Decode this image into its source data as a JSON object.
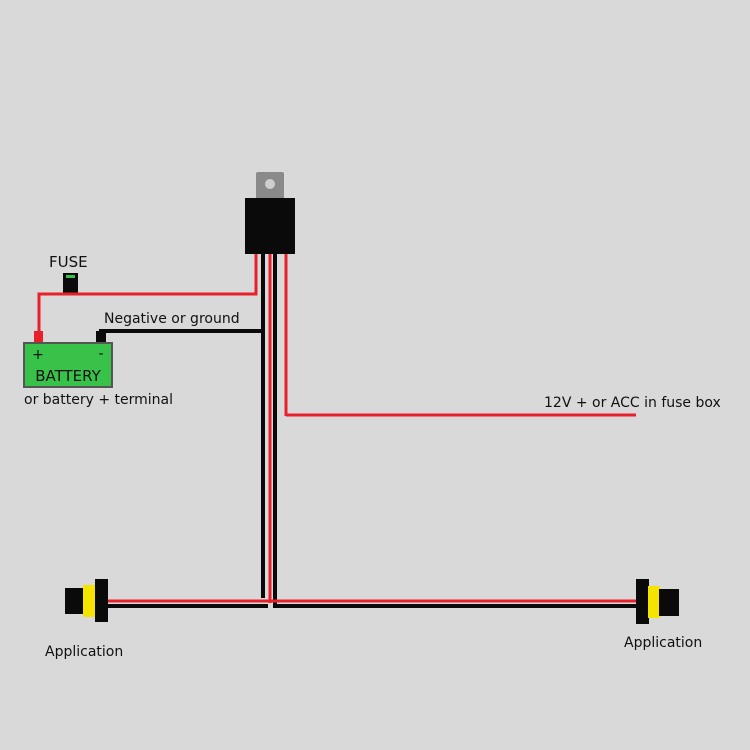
{
  "labels": {
    "fuse": "FUSE",
    "negative": "Negative or ground",
    "battery_plus": "+",
    "battery_minus": "-",
    "battery": "BATTERY",
    "battery_terminal": "or battery + terminal",
    "acc": "12V + or ACC in fuse box",
    "application_left": "Application",
    "application_right": "Application"
  },
  "colors": {
    "background": "#d9d9d9",
    "wire_red": "#e8202a",
    "wire_black": "#0a0a0a",
    "battery_green": "#39c24a",
    "connector_yellow": "#f5e400",
    "relay_tab": "#8a8a8a"
  }
}
